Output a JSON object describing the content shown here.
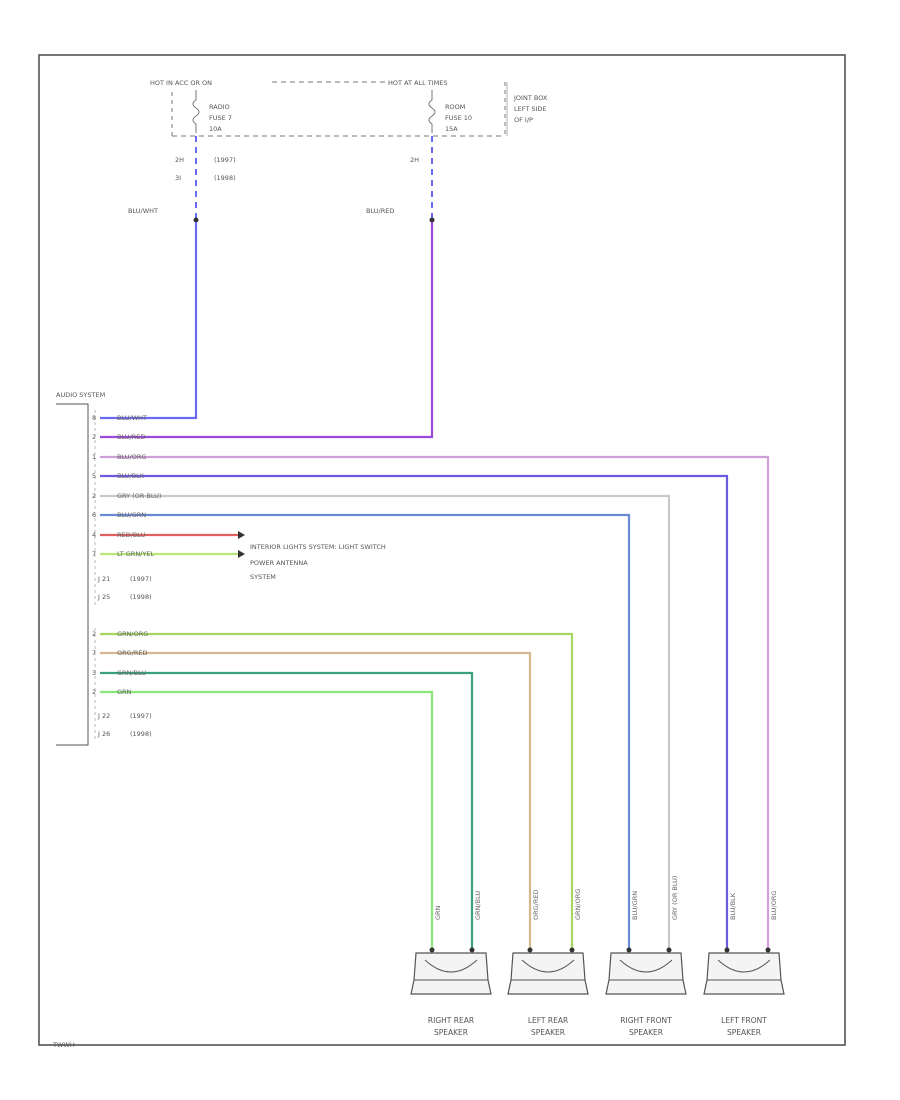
{
  "diagram": {
    "footer_code": "TWWH",
    "power": {
      "left_header": "HOT IN ACC OR ON",
      "right_header": "HOT AT ALL TIMES",
      "left_fuse": [
        "RADIO",
        "FUSE 7",
        "10A"
      ],
      "right_fuse": [
        "ROOM",
        "FUSE 10",
        "15A"
      ],
      "junction_box": [
        "JOINT BOX",
        "LEFT SIDE",
        "OF I/P"
      ],
      "left_pins": [
        "2H",
        "3I"
      ],
      "left_years": [
        "(1997)",
        "(1998)"
      ],
      "right_pin": "2H",
      "left_wire_color": "BLU/WHT",
      "right_wire_color": "BLU/RED"
    },
    "audio": {
      "title": "AUDIO SYSTEM",
      "connector_top": [
        "J 21",
        "J 25"
      ],
      "connector_top_years": [
        "(1997)",
        "(1998)"
      ],
      "connector_bottom": [
        "J 22",
        "J 26"
      ],
      "connector_bottom_years": [
        "(1997)",
        "(1998)"
      ],
      "pins_top": [
        {
          "pin": "8",
          "label": "BLU/WHT",
          "color": "#6a6af0"
        },
        {
          "pin": "2",
          "label": "BLU/RED",
          "color": "#9a4ad8"
        },
        {
          "pin": "1",
          "label": "BLU/ORG",
          "color": "#cfa0d8"
        },
        {
          "pin": "5",
          "label": "BLU/BLK",
          "color": "#6a5ae0"
        },
        {
          "pin": "2",
          "label": "GRY (OR BLU)",
          "color": "#c8c8c8"
        },
        {
          "pin": "6",
          "label": "BLU/GRN",
          "color": "#6a8ad8"
        },
        {
          "pin": "4",
          "label": "RED/BLU",
          "color": "#e06060"
        },
        {
          "pin": "7",
          "label": "LT GRN/YEL",
          "color": "#b8e87a"
        }
      ],
      "pins_bottom": [
        {
          "pin": "2",
          "label": "GRN/ORG",
          "color": "#a6d860"
        },
        {
          "pin": "7",
          "label": "ORG/RED",
          "color": "#d8b890"
        },
        {
          "pin": "3",
          "label": "GRN/BLU",
          "color": "#3aa080"
        },
        {
          "pin": "2",
          "label": "GRN",
          "color": "#8ae878"
        }
      ],
      "destinations": [
        "INTERIOR LIGHTS SYSTEM: LIGHT SWITCH",
        "POWER ANTENNA",
        "SYSTEM"
      ]
    },
    "speakers": [
      {
        "name_1": "RIGHT REAR",
        "name_2": "SPEAKER",
        "wire_a": "GRN",
        "wire_b": "GRN/BLU"
      },
      {
        "name_1": "LEFT REAR",
        "name_2": "SPEAKER",
        "wire_a": "ORG/RED",
        "wire_b": "GRN/ORG"
      },
      {
        "name_1": "RIGHT FRONT",
        "name_2": "SPEAKER",
        "wire_a": "BLU/GRN",
        "wire_b": "GRY (OR BLU)"
      },
      {
        "name_1": "LEFT FRONT",
        "name_2": "SPEAKER",
        "wire_a": "BLU/BLK",
        "wire_b": "BLU/ORG"
      }
    ]
  }
}
